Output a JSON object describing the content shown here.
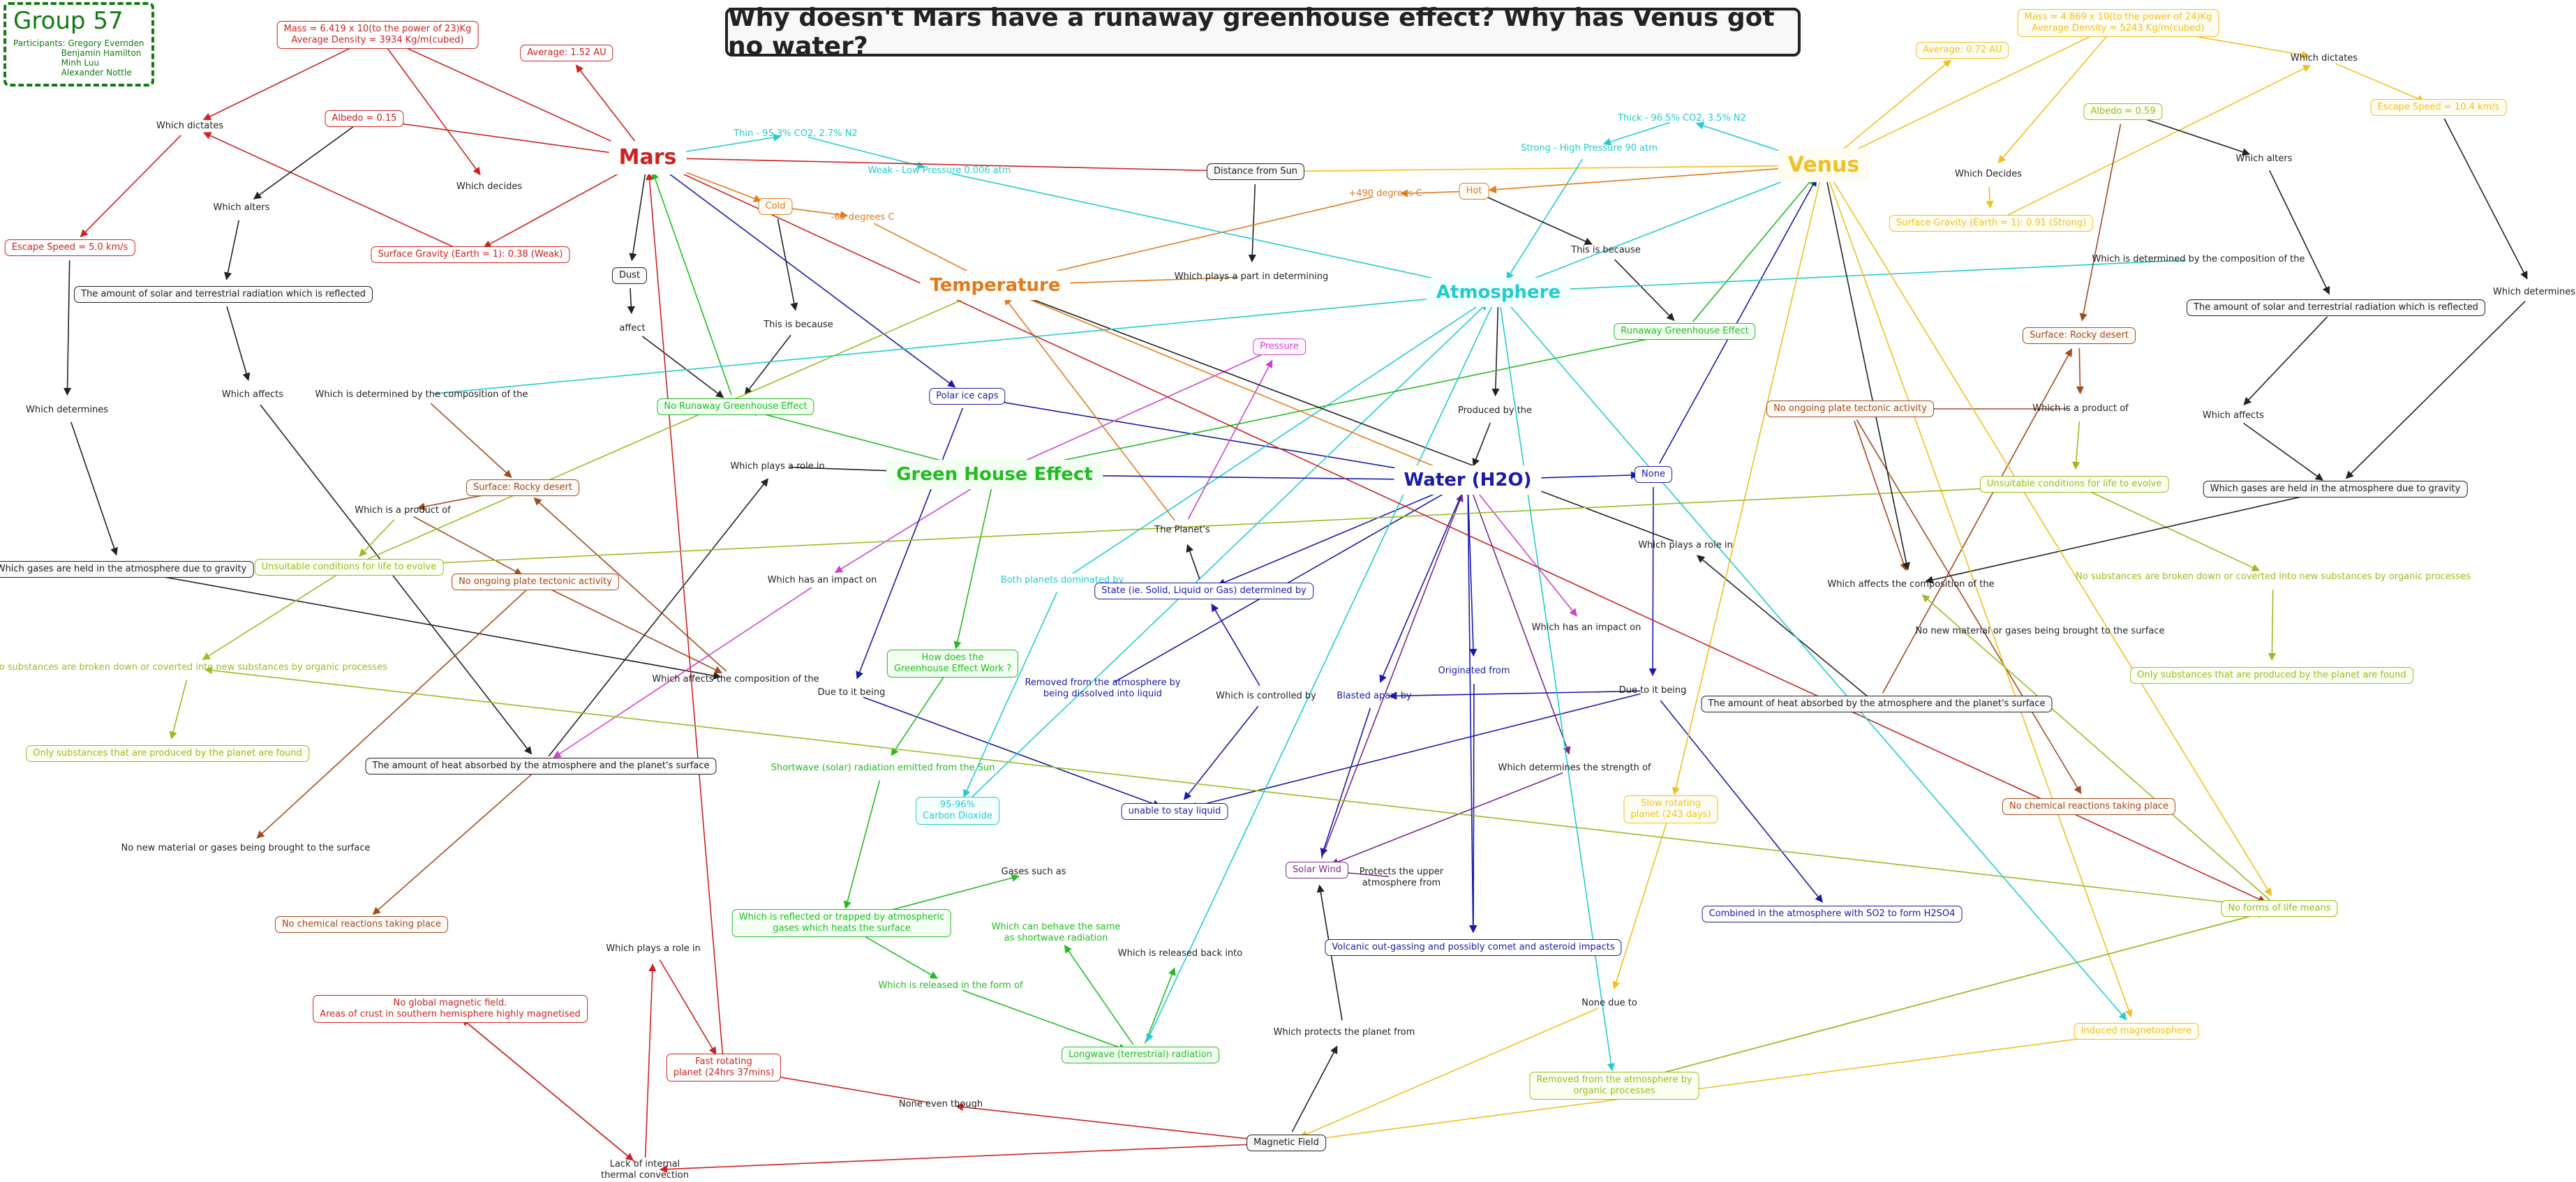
{
  "title": "Why doesn't Mars have a runaway greenhouse effect? Why has Venus got no water?",
  "group": {
    "name": "Group 57",
    "participants": "Participants: Gregory Evernden\n                  Benjamin Hamilton\n                  Minh Luu\n                  Alexander Nottle"
  },
  "colors": {
    "mars": "#cc2222",
    "venus": "#f0c020",
    "atmosphere": "#22cccc",
    "water": "#1a1aaa",
    "greenhouse": "#22bb22",
    "temperature": "#e07a1a",
    "brown": "#a04a20",
    "olive": "#99bb22",
    "purple": "#7a2a8a",
    "magenta": "#cc44cc",
    "black": "#222222"
  },
  "labels": {
    "mars": "Mars",
    "venus": "Venus",
    "atmosphere": "Atmosphere",
    "water": "Water (H2O)",
    "greenhouse": "Green House Effect",
    "temperature": "Temperature",
    "m_mass": "Mass = 6.419 x 10(to the power of 23)Kg\nAverage Density = 3934 Kg/m(cubed)",
    "m_avg": "Average: 1.52 AU",
    "m_albedo": "Albedo = 0.15",
    "m_dictates": "Which dictates",
    "m_decides": "Which decides",
    "m_escape": "Escape Speed = 5.0 km/s",
    "m_surfgrav": "Surface Gravity (Earth = 1): 0.38 (Weak)",
    "m_alters": "Which alters",
    "m_amount_solar": "The amount of solar and terrestrial radiation which is reflected",
    "m_affects": "Which affects",
    "m_determines": "Which determines",
    "m_detcomp": "Which is determined by the composition of the",
    "m_gases_held": "Which gases are held in the atmosphere due to gravity",
    "m_thin": "Thin - 95.3% CO2, 2.7% N2",
    "m_weak": "Weak - Low Pressure 0.006 atm",
    "m_cold": "Cold",
    "m_minus65": "-65 degrees C",
    "m_dust": "Dust",
    "m_affect": "affect",
    "m_this_because": "This is because",
    "m_no_runaway": "No Runaway Greenhouse Effect",
    "m_surf_rocky": "Surface: Rocky desert",
    "m_product": "Which is a product of",
    "m_unsuitable": "Unsuitable conditions for life to evolve",
    "m_no_plate": "No ongoing plate tectonic activity",
    "m_no_broken": "No substances are broken down or coverted into new substances by organic processes",
    "m_only_subst": "Only substances that are produced by the planet are found",
    "m_affects_comp": "Which affects the composition of the",
    "m_amount_heat": "The amount of heat absorbed by the atmosphere and the planet's surface",
    "m_no_new": "No new material or gases being brought to the surface",
    "m_no_chem": "No chemical reactions taking place",
    "m_role": "Which plays a role in",
    "m_role2": "Which plays a role in",
    "m_no_magnetic": "No global magnetic field.\nAreas of crust in southern hemisphere highly magnetised",
    "m_lack_conv": "Lack of internal\nthermal convection",
    "m_fast_rot": "Fast rotating\nplanet (24hrs 37mins)",
    "m_none_though": "None even though",
    "impact": "Which has an impact on",
    "due_being": "Due to it being",
    "polar": "Polar ice caps",
    "planets": "The Planet's",
    "both": "Both planets dominated by",
    "how_ghe": "How does the\nGreenhouse Effect Work ?",
    "removed_liquid": "Removed from the atmosphere by\nbeing dissolved into liquid",
    "shortwave": "Shortwave (solar) radiation emitted from the Sun",
    "co2": "95-96%\nCarbon Dioxide",
    "gases_such": "Gases such as",
    "reflected_trapped": "Which is reflected or trapped by atmospheric\ngases which heats the surface",
    "behave": "Which can behave the same\nas shortwave radiation",
    "released_form": "Which is released in the form of",
    "released_back": "Which is released back into",
    "longwave": "Longwave (terrestrial) radiation",
    "state": "State (ie. Solid, Liquid or Gas) determined by",
    "controlled": "Which is controlled by",
    "unable_liquid": "unable to stay liquid",
    "blasted": "Blasted apart by",
    "solar_wind": "Solar Wind",
    "protects_upper": "Protects the upper\natmosphere from",
    "protects_from": "Which protects the planet from",
    "magnetic_field": "Magnetic Field",
    "pressure": "Pressure",
    "distance": "Distance from Sun",
    "plays_part": "Which plays a part in determining",
    "produced_by": "Produced by the",
    "none": "None",
    "originated": "Originated from",
    "volcanic": "Volcanic out-gassing and possibly comet and asteroid impacts",
    "det_strength": "Which determines the strength of",
    "combined": "Combined in the atmosphere with SO2 to form H2SO4",
    "v_has_impact": "Which has an impact on",
    "v_due_being": "Due to it being",
    "v_mass": "Mass = 4.869 x 10(to the power of 24)Kg\nAverage Density = 5243 Kg/m(cubed)",
    "v_avg": "Average: 0.72 AU",
    "v_dictates": "Which dictates",
    "v_escape": "Escape Speed = 10.4 km/s",
    "v_albedo": "Albedo = 0.59",
    "v_decides": "Which Decides",
    "v_alters": "Which alters",
    "v_surfgrav": "Surface Gravity (Earth = 1): 0.91 (Strong)",
    "v_thick": "Thick - 96.5% CO2, 3.5% N2",
    "v_strong": "Strong - High Pressure 90 atm",
    "v_hot": "Hot",
    "v_plus490": "+490 degrees C",
    "v_this_because": "This is because",
    "v_runaway": "Runaway Greenhouse Effect",
    "v_detcomp": "Which is determined by the composition of the",
    "v_amount_solar": "The amount of solar and terrestrial radiation which is reflected",
    "v_determines": "Which determines",
    "v_surf_rocky": "Surface: Rocky desert",
    "v_no_plate": "No ongoing plate tectonic activity",
    "v_product": "Which is a product of",
    "v_unsuitable": "Unsuitable conditions for life to evolve",
    "v_affects": "Which affects",
    "v_gases_held": "Which gases are held in the atmosphere due to gravity",
    "v_role": "Which plays a role in",
    "v_affects_comp": "Which affects the composition of the",
    "v_no_broken": "No substances are broken down or coverted into new substances by organic processes",
    "v_no_new": "No new material or gases being brought to the surface",
    "v_only_subst": "Only substances that are produced by the planet are found",
    "v_amount_heat": "The amount of heat absorbed by the atmosphere and the planet's surface",
    "v_no_chem": "No chemical reactions taking place",
    "v_slow_rot": "Slow rotating\nplanet (243 days)",
    "v_no_life": "No forms of life means",
    "v_none_due": "None due to",
    "v_induced": "Induced magnetosphere",
    "v_removed_org": "Removed from the atmosphere by\norganic processes"
  }
}
